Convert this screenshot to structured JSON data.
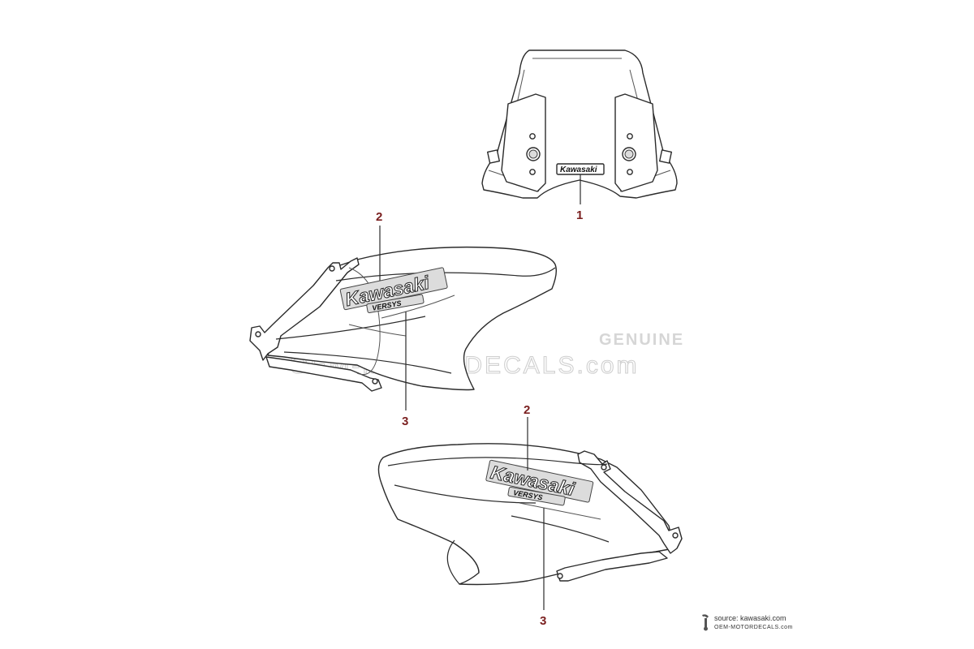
{
  "callouts": {
    "windshield": "1",
    "left_cover_emblem": "2",
    "left_cover_badge": "3",
    "right_cover_emblem": "2",
    "right_cover_badge": "3"
  },
  "decals": {
    "windshield_logo": "Kawasaki",
    "cover_logo": "Kawasaki",
    "cover_badge": "VERSYS"
  },
  "watermark": {
    "brand": "OEM-MOTORDECALS.com",
    "genuine": "GENUINE"
  },
  "source": {
    "line1": "source: kawasaki.com",
    "line2": "OEM-MOTORDECALS.com"
  },
  "colors": {
    "callout": "#7a1f1f",
    "stroke": "#2b2b2b",
    "watermark": "#cfcfcf"
  }
}
